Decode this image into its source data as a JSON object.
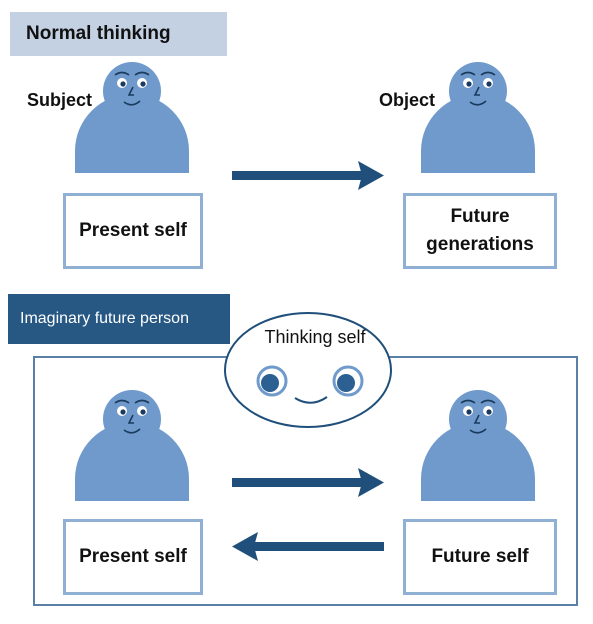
{
  "top": {
    "tag": "Normal thinking",
    "subject_label": "Subject",
    "object_label": "Object",
    "left_card": "Present self",
    "right_card_line1": "Future",
    "right_card_line2": "generations"
  },
  "bottom": {
    "tag": "Imaginary future person",
    "bubble_label": "Thinking self",
    "left_card": "Present self",
    "right_card": "Future self"
  },
  "colors": {
    "figure_fill": "#6f9acb",
    "arrow": "#1f4f7a",
    "card_border": "#8fb0d3",
    "normal_tag_bg": "#c3d1e2",
    "future_tag_bg": "#275884"
  },
  "icons": {
    "figure": "person-figure-icon",
    "arrow": "arrow-icon",
    "bubble": "thought-bubble-icon"
  }
}
